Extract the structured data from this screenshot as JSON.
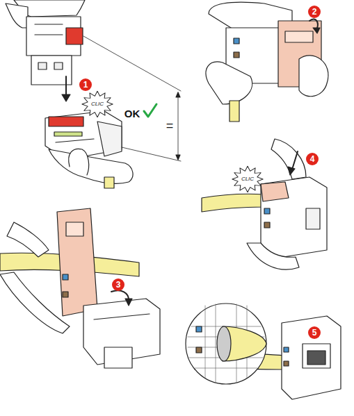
{
  "diagram": {
    "labels": [
      "1",
      "CLIC",
      "OK",
      "=",
      "2",
      "4",
      "CLIC",
      "3",
      "5"
    ]
  }
}
